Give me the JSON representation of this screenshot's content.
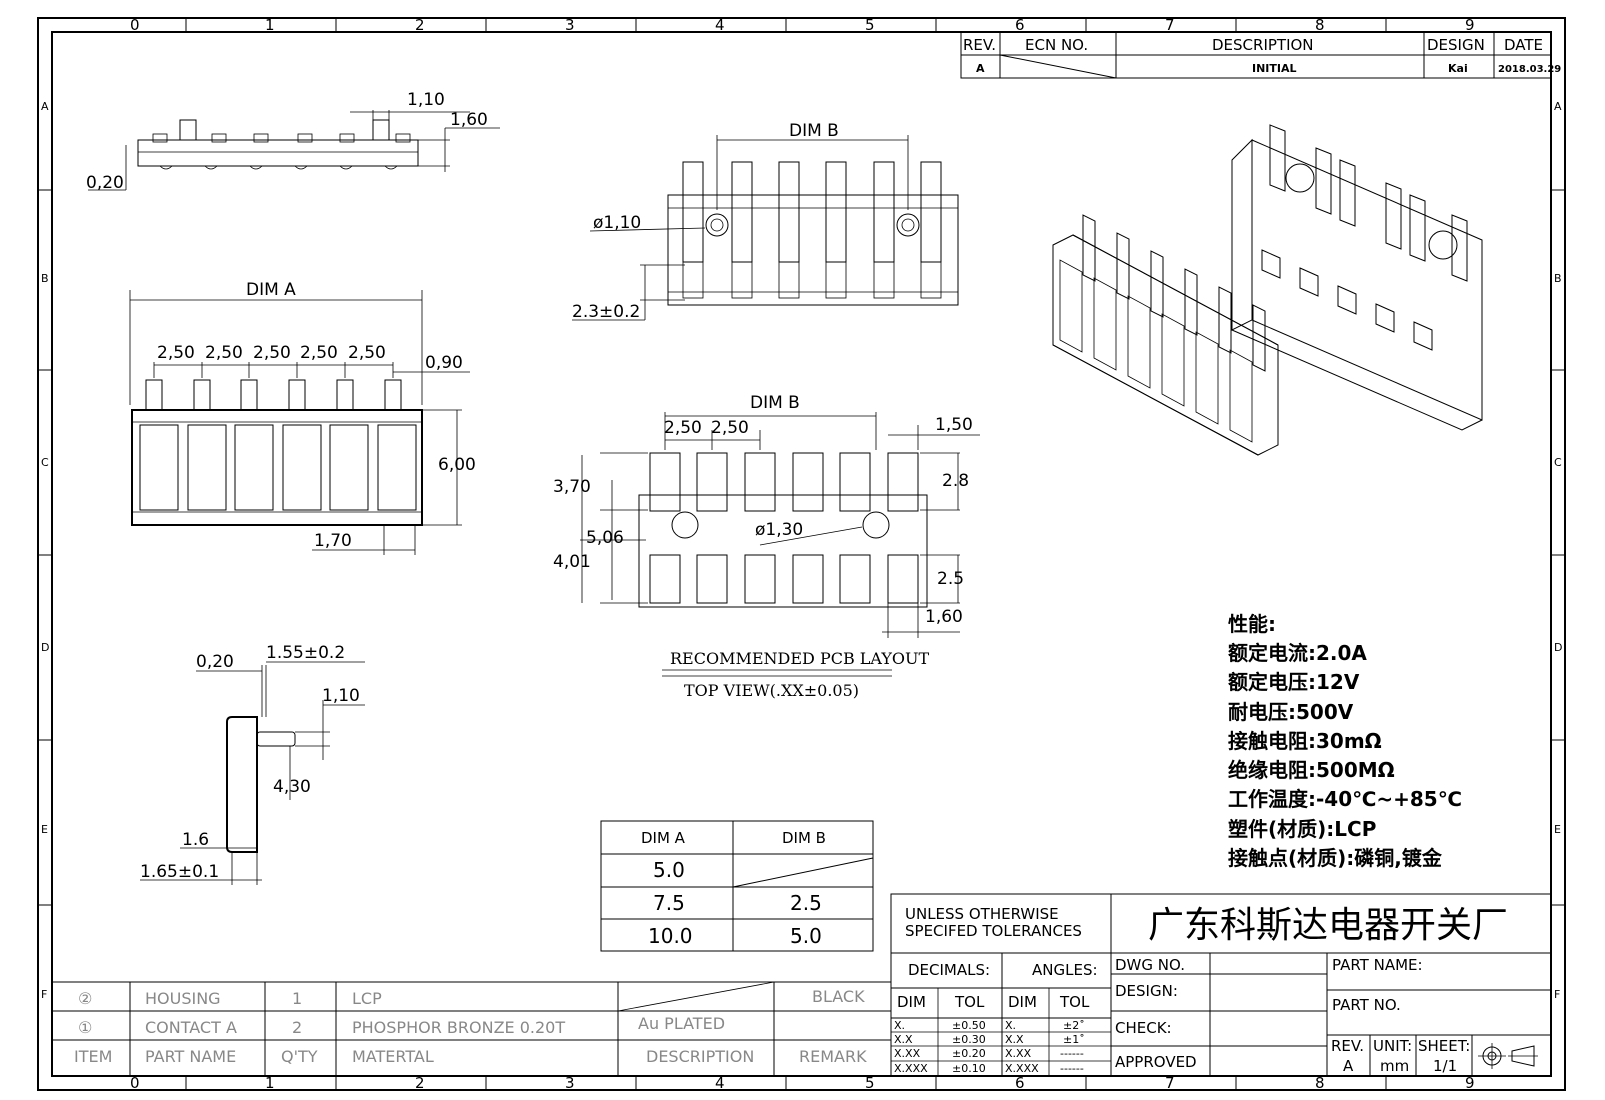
{
  "title_block": {
    "company": "广东科斯达电器开关厂",
    "tolerance_note_1": "UNLESS OTHERWISE",
    "tolerance_note_2": "SPECIFED TOLERANCES",
    "decimals_label": "DECIMALS:",
    "angles_label": "ANGLES:",
    "dim_header": "DIM",
    "tol_header": "TOL",
    "decimals": [
      {
        "dim": "X.",
        "tol": "±0.50"
      },
      {
        "dim": "X.X",
        "tol": "±0.30"
      },
      {
        "dim": "X.XX",
        "tol": "±0.20"
      },
      {
        "dim": "X.XXX",
        "tol": "±0.10"
      }
    ],
    "angles": [
      {
        "dim": "X.",
        "tol": "±2˚"
      },
      {
        "dim": "X.X",
        "tol": "±1˚"
      },
      {
        "dim": "X.XX",
        "tol": "------"
      },
      {
        "dim": "X.XXX",
        "tol": "------"
      }
    ],
    "dwg_no": "DWG NO.",
    "design": "DESIGN:",
    "check": "CHECK:",
    "approved": "APPROVED",
    "part_name": "PART NAME:",
    "part_no": "PART NO.",
    "rev_label": "REV.",
    "rev_value": "A",
    "unit_label": "UNIT:",
    "unit_value": "mm",
    "sheet_label": "SHEET:",
    "sheet_value": "1/1"
  },
  "revision": {
    "headers": {
      "rev": "REV.",
      "ecn": "ECN NO.",
      "description": "DESCRIPTION",
      "design": "DESIGN",
      "date": "DATE"
    },
    "rows": [
      {
        "rev": "A",
        "description": "INITIAL",
        "design": "Kai",
        "date": "2018.03.29"
      }
    ]
  },
  "grid": {
    "cols": [
      "0",
      "1",
      "2",
      "3",
      "4",
      "5",
      "6",
      "7",
      "8",
      "9"
    ],
    "rows": [
      "A",
      "B",
      "C",
      "D",
      "E",
      "F"
    ]
  },
  "bom": {
    "headers": {
      "item": "ITEM",
      "part_name": "PART NAME",
      "qty": "Q'TY",
      "material": "MATERTAL",
      "description": "DESCRIPTION",
      "remark": "REMARK"
    },
    "rows": [
      {
        "item": "②",
        "part_name": "HOUSING",
        "qty": "1",
        "material": "LCP",
        "description": "",
        "remark": "BLACK"
      },
      {
        "item": "①",
        "part_name": "CONTACT A",
        "qty": "2",
        "material": "PHOSPHOR BRONZE 0.20T",
        "description": "Au PLATED",
        "remark": ""
      }
    ]
  },
  "dim_table": {
    "headers": [
      "DIM A",
      "DIM B"
    ],
    "rows": [
      [
        "5.0",
        ""
      ],
      [
        "7.5",
        "2.5"
      ],
      [
        "10.0",
        "5.0"
      ]
    ]
  },
  "specs": {
    "heading": "性能:",
    "lines": [
      "额定电流:2.0A",
      "额定电压:12V",
      "耐电压:500V",
      "接触电阻:30mΩ",
      "绝缘电阻:500MΩ",
      "工作温度:-40℃~+85℃",
      "塑件(材质):LCP",
      "接触点(材质):磷铜,镀金"
    ]
  },
  "pcb_layout": {
    "title": "RECOMMENDED PCB LAYOUT",
    "subtitle": "TOP VIEW(.XX±0.05)"
  },
  "dimensions": {
    "side_1_10": "1,10",
    "side_1_60": "1,60",
    "side_0_20": "0,20",
    "dim_b": "DIM B",
    "dia_1_10": "ø1,10",
    "tol_2_3": "2.3±0.2",
    "dim_a": "DIM A",
    "pitch": "2,50",
    "d_0_90": "0,90",
    "d_6_00": "6,00",
    "d_1_70": "1,70",
    "pcb_dim_b": "DIM B",
    "pcb_1_50": "1,50",
    "pcb_3_70": "3,70",
    "pcb_2_8": "2.8",
    "pcb_5_06": "5,06",
    "pcb_4_01": "4,01",
    "pcb_dia_1_30": "ø1,30",
    "pcb_2_5": "2.5",
    "pcb_1_60": "1,60",
    "sv_0_20": "0,20",
    "sv_1_55": "1.55±0.2",
    "sv_1_10": "1,10",
    "sv_4_30": "4,30",
    "sv_1_6": "1.6",
    "sv_1_65": "1.65±0.1"
  }
}
